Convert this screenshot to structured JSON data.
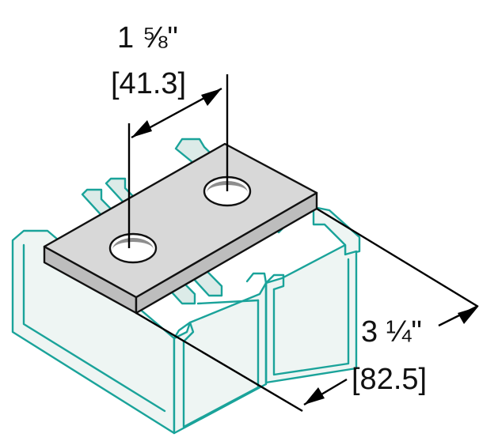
{
  "dimensions": {
    "width": {
      "imperial": "1 ⅝\"",
      "metric": "[41.3]"
    },
    "length": {
      "imperial": "3 ¼\"",
      "metric": "[82.5]"
    }
  },
  "colors": {
    "channel_stroke": "#1aa39a",
    "channel_fill": "#eef5f3",
    "plate_top": "#d8d8d8",
    "plate_side": "#bdbdbd",
    "dimension_line": "#000000"
  }
}
